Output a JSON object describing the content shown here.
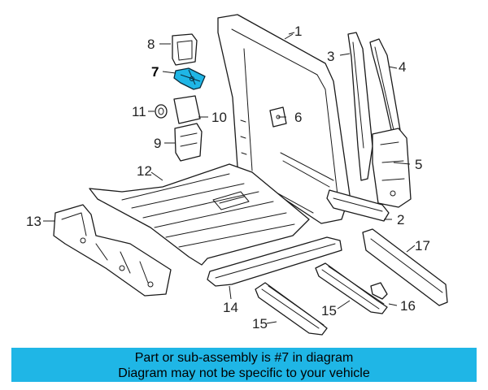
{
  "callouts": [
    "1",
    "2",
    "3",
    "4",
    "5",
    "6",
    "7",
    "8",
    "9",
    "10",
    "11",
    "12",
    "13",
    "14",
    "15",
    "15",
    "16",
    "17"
  ],
  "highlight_part": "7",
  "highlight_color": "#1fb6e6",
  "banner": {
    "line1": "Part or sub-assembly is #7 in diagram",
    "line2": "Diagram may not be specific to your vehicle"
  }
}
